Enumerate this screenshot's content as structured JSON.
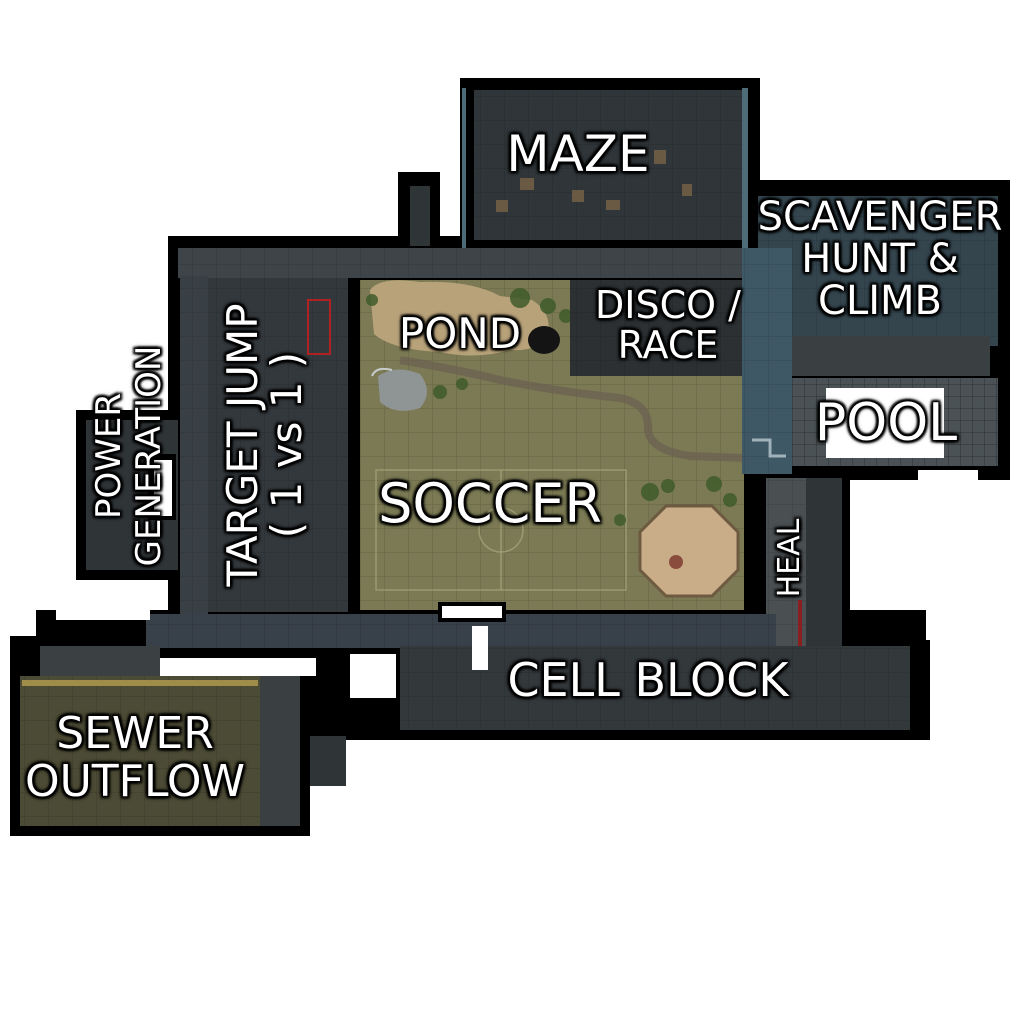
{
  "rooms": {
    "maze": "MAZE",
    "scavenger": [
      "SCAVENGER",
      "HUNT &",
      "CLIMB"
    ],
    "pond": "POND",
    "disco": [
      "DISCO /",
      "RACE"
    ],
    "pool": "POOL",
    "target_jump": [
      "TARGET JUMP",
      "( 1 vs 1 )"
    ],
    "power_generation": [
      "POWER",
      "GENERATION"
    ],
    "soccer": "SOCCER",
    "heal": "HEAL",
    "cell_block": "CELL BLOCK",
    "sewer_outflow": [
      "SEWER",
      "OUTFLOW"
    ]
  },
  "colors": {
    "outline": "#000000",
    "floor_dark": "#2c3033",
    "floor_mid": "#3d4347",
    "corridor_blue": "#3f5865",
    "grass": "#7d7c55",
    "sand": "#b9a37a",
    "label": "#ffffff",
    "background": "#ffffff"
  }
}
